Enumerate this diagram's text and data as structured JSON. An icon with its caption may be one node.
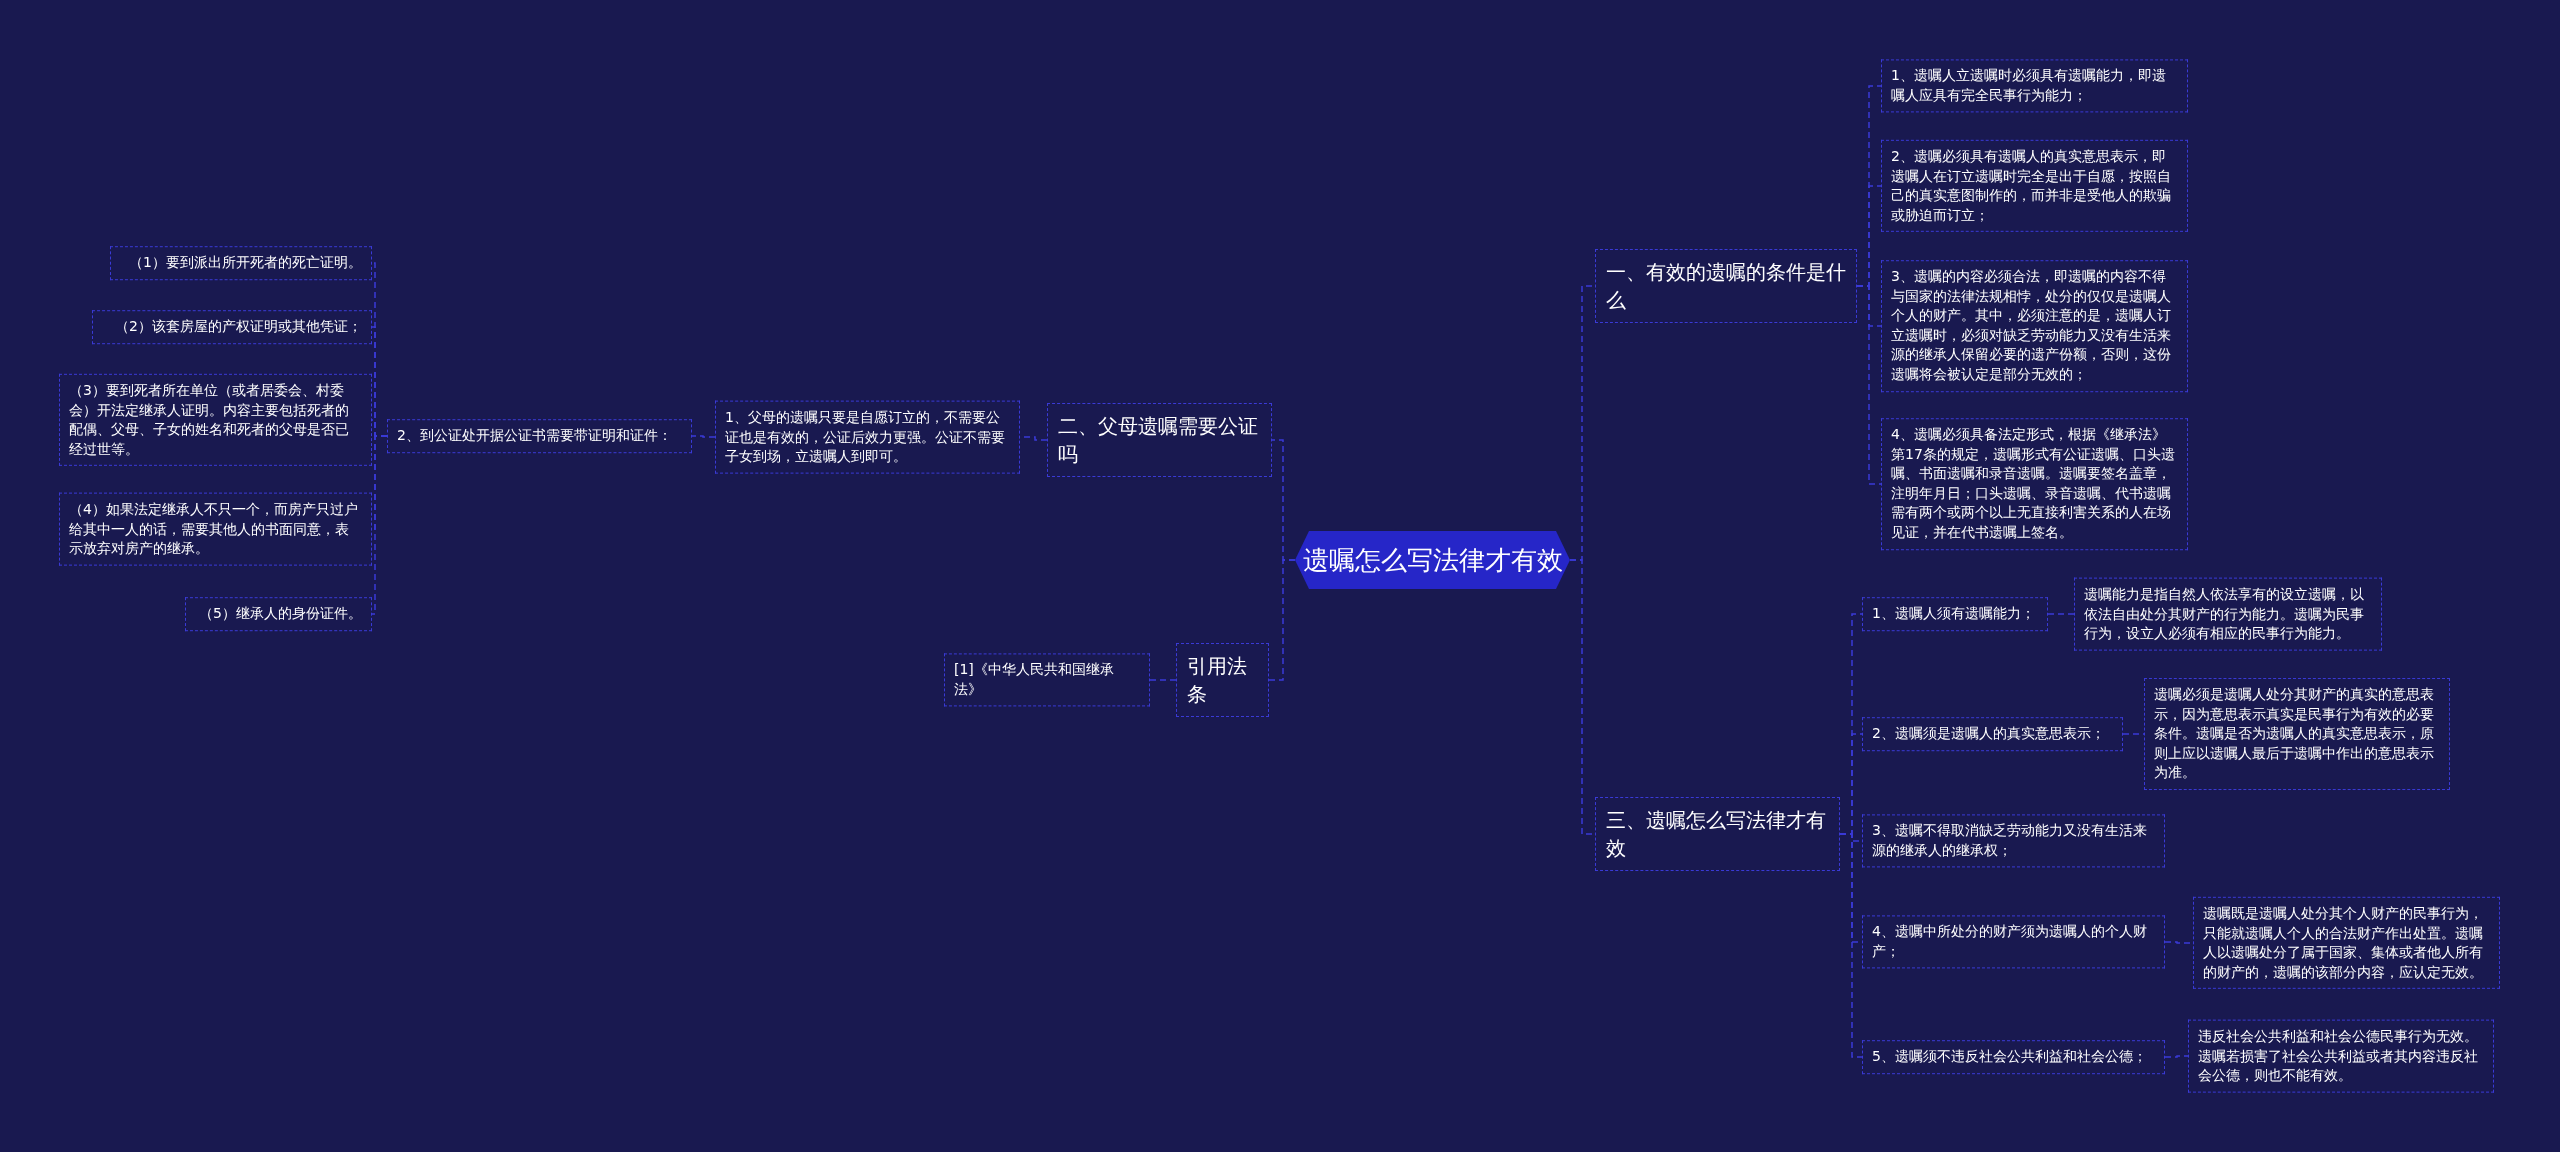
{
  "diagram": {
    "nodes": [
      {
        "text": [
          "遗嘱怎么写法律才有效"
        ]
      },
      {
        "text": [
          "一、有效的遗嘱的条件是什么"
        ]
      },
      {
        "text": [
          "1、遗嘱人立遗嘱时必须具有遗嘱能力，即遗嘱人应具有完全民事行为能力；"
        ]
      },
      {
        "text": [
          "2、遗嘱必须具有遗嘱人的真实意思表示，即遗嘱人在订立遗嘱时完全是出于自愿，按照自己的真实意图制作的，而并非是受他人的欺骗或胁迫而订立；"
        ]
      },
      {
        "text": [
          "3、遗嘱的内容必须合法，即遗嘱的内容不得与国家的法律法规相悖，处分的仅仅是遗嘱人个人的财产。其中，必须注意的是，遗嘱人订立遗嘱时，必须对缺乏劳动能力又没有生活来源的继承人保留必要的遗产份额，否则，这份遗嘱将会被认定是部分无效的；"
        ]
      },
      {
        "text": [
          "4、遗嘱必须具备法定形式，根据《继承法》第17条的规定，遗嘱形式有公证遗嘱、口头遗嘱、书面遗嘱和录音遗嘱。遗嘱要签名盖章，注明年月日；口头遗嘱、录音遗嘱、代书遗嘱需有两个或两个以上无直接利害关系的人在场见证，并在代书遗嘱上签名。"
        ]
      },
      {
        "text": [
          "二、父母遗嘱需要公证吗"
        ]
      },
      {
        "text": [
          "1、父母的遗嘱只要是自愿订立的，不需要公证也是有效的，公证后效力更强。公证不需要子女到场，立遗嘱人到即可。"
        ]
      },
      {
        "text": [
          "2、到公证处开据公证书需要带证明和证件："
        ]
      },
      {
        "text": [
          "（1）要到派出所开死者的死亡证明。"
        ]
      },
      {
        "text": [
          "（2）该套房屋的产权证明或其他凭证；"
        ]
      },
      {
        "text": [
          "（3）要到死者所在单位（或者居委会、村委会）开法定继承人证明。内容主要包括死者的配偶、父母、子女的姓名和死者的父母是否已经过世等。"
        ]
      },
      {
        "text": [
          "（4）如果法定继承人不只一个，而房产只过户给其中一人的话，需要其他人的书面同意，表示放弃对房产的继承。"
        ]
      },
      {
        "text": [
          "（5）继承人的身份证件。"
        ]
      },
      {
        "text": [
          "引用法条"
        ]
      },
      {
        "text": [
          "[1]《中华人民共和国继承法》"
        ]
      },
      {
        "text": [
          "三、遗嘱怎么写法律才有效"
        ]
      },
      {
        "text": [
          "1、遗嘱人须有遗嘱能力；"
        ]
      },
      {
        "text": [
          "遗嘱能力是指自然人依法享有的设立遗嘱，以依法自由处分其财产的行为能力。遗嘱为民事行为，设立人必须有相应的民事行为能力。"
        ]
      },
      {
        "text": [
          "2、遗嘱须是遗嘱人的真实意思表示；"
        ]
      },
      {
        "text": [
          "遗嘱必须是遗嘱人处分其财产的真实的意思表示，因为意思表示真实是民事行为有效的必要条件。遗嘱是否为遗嘱人的真实意思表示，原则上应以遗嘱人最后于遗嘱中作出的意思表示为准。"
        ]
      },
      {
        "text": [
          "3、遗嘱不得取消缺乏劳动能力又没有生活来源的继承人的继承权；"
        ]
      },
      {
        "text": [
          "4、遗嘱中所处分的财产须为遗嘱人的个人财产；"
        ]
      },
      {
        "text": [
          "遗嘱既是遗嘱人处分其个人财产的民事行为，只能就遗嘱人个人的合法财产作出处置。遗嘱人以遗嘱处分了属于国家、集体或者他人所有的财产的，遗嘱的该部分内容，应认定无效。"
        ]
      },
      {
        "text": [
          "5、遗嘱须不违反社会公共利益和社会公德；"
        ]
      },
      {
        "text": [
          "违反社会公共利益和社会公德民事行为无效。遗嘱若损害了社会公共利益或者其内容违反社会公德，则也不能有效。"
        ]
      }
    ],
    "edges": [
      {
        "from": 0,
        "to": 1,
        "arrow": "none"
      },
      {
        "from": 1,
        "to": 2,
        "arrow": "none"
      },
      {
        "from": 1,
        "to": 3,
        "arrow": "none"
      },
      {
        "from": 1,
        "to": 4,
        "arrow": "none"
      },
      {
        "from": 1,
        "to": 5,
        "arrow": "none"
      },
      {
        "from": 0,
        "to": 6,
        "arrow": "none"
      },
      {
        "from": 6,
        "to": 7,
        "arrow": "none"
      },
      {
        "from": 7,
        "to": 8,
        "arrow": "none"
      },
      {
        "from": 8,
        "to": 9,
        "arrow": "none"
      },
      {
        "from": 8,
        "to": 10,
        "arrow": "none"
      },
      {
        "from": 8,
        "to": 11,
        "arrow": "none"
      },
      {
        "from": 8,
        "to": 12,
        "arrow": "none"
      },
      {
        "from": 8,
        "to": 13,
        "arrow": "none"
      },
      {
        "from": 0,
        "to": 14,
        "arrow": "none"
      },
      {
        "from": 14,
        "to": 15,
        "arrow": "none"
      },
      {
        "from": 0,
        "to": 16,
        "arrow": "none"
      },
      {
        "from": 16,
        "to": 17,
        "arrow": "none"
      },
      {
        "from": 17,
        "to": 18,
        "arrow": "none"
      },
      {
        "from": 16,
        "to": 19,
        "arrow": "none"
      },
      {
        "from": 19,
        "to": 20,
        "arrow": "none"
      },
      {
        "from": 16,
        "to": 21,
        "arrow": "none"
      },
      {
        "from": 16,
        "to": 22,
        "arrow": "none"
      },
      {
        "from": 22,
        "to": 23,
        "arrow": "none"
      },
      {
        "from": 16,
        "to": 24,
        "arrow": "none"
      },
      {
        "from": 24,
        "to": 25,
        "arrow": "none"
      }
    ]
  }
}
